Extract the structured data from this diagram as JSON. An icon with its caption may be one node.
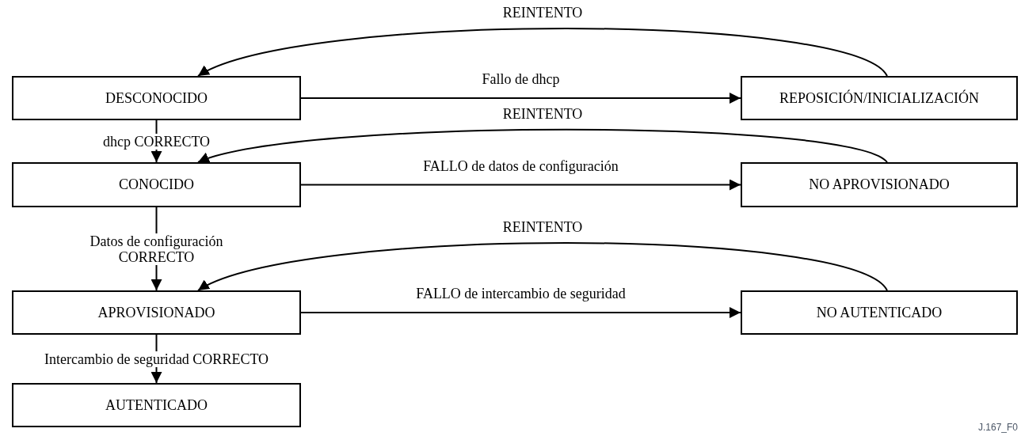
{
  "diagram": {
    "nodes": [
      {
        "text": [
          "DESCONOCIDO"
        ]
      },
      {
        "text": [
          "REPOSICIÓN/INICIALIZACIÓN"
        ]
      },
      {
        "text": [
          "CONOCIDO"
        ]
      },
      {
        "text": [
          "NO APROVISIONADO"
        ]
      },
      {
        "text": [
          "APROVISIONADO"
        ]
      },
      {
        "text": [
          "NO AUTENTICADO"
        ]
      },
      {
        "text": [
          "AUTENTICADO"
        ]
      }
    ],
    "edges": [
      {
        "from": 1,
        "to": 0,
        "arrow": "to",
        "label": "REINTENTO"
      },
      {
        "from": 0,
        "to": 1,
        "arrow": "to",
        "label": "Fallo de dhcp"
      },
      {
        "from": 0,
        "to": 2,
        "arrow": "to",
        "label": "dhcp CORRECTO"
      },
      {
        "from": 3,
        "to": 2,
        "arrow": "to",
        "label": "REINTENTO"
      },
      {
        "from": 2,
        "to": 3,
        "arrow": "to",
        "label": "FALLO de datos de configuración"
      },
      {
        "from": 2,
        "to": 4,
        "arrow": "to",
        "label": "Datos de configuración CORRECTO"
      },
      {
        "from": 5,
        "to": 4,
        "arrow": "to",
        "label": "REINTENTO"
      },
      {
        "from": 4,
        "to": 5,
        "arrow": "to",
        "label": "FALLO de intercambio de seguridad"
      },
      {
        "from": 4,
        "to": 6,
        "arrow": "to",
        "label": "Intercambio de seguridad CORRECTO"
      }
    ],
    "labels": [
      "J.167_F0"
    ]
  }
}
